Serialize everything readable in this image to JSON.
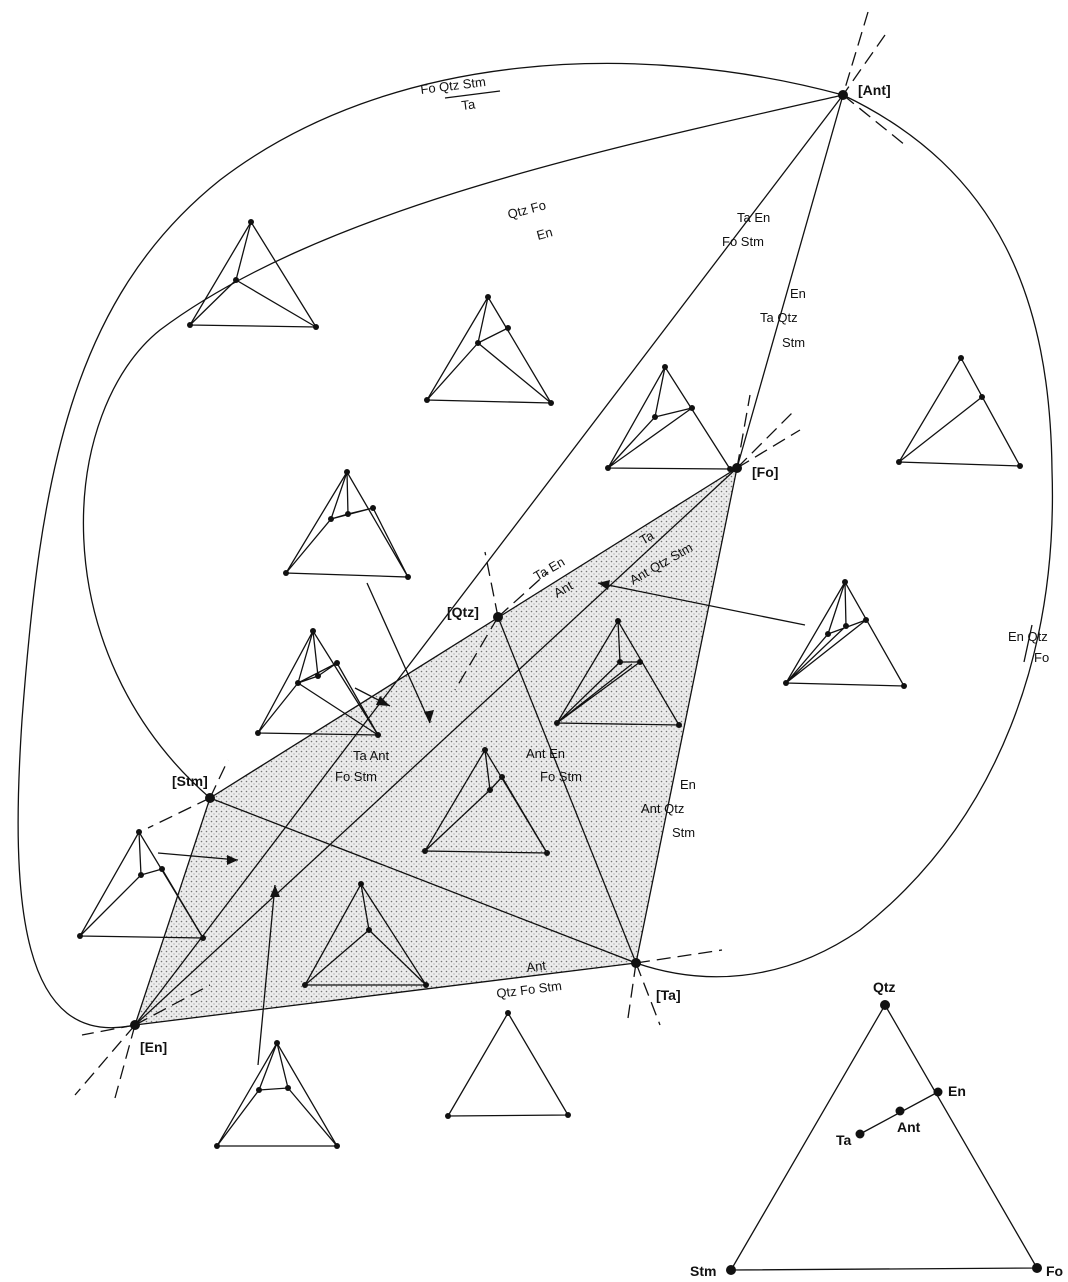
{
  "invariant_points": {
    "ant": "[Ant]",
    "fo": "[Fo]",
    "qtz": "[Qtz]",
    "stm": "[Stm]",
    "en": "[En]",
    "ta": "[Ta]"
  },
  "reactions": {
    "outer_top": {
      "top": "Fo  Qtz  Stm",
      "bottom": "Ta"
    },
    "inner_arc": {
      "top": "Qtz  Fo",
      "bottom": "En"
    },
    "ant_ta_en": {
      "top": "Ta  En",
      "bottom": "Fo  Stm"
    },
    "ant_fo": {
      "l1": "En",
      "l2": "Ta  Qtz",
      "l3": "Stm"
    },
    "right_curve": {
      "top": "En  Qtz",
      "bottom": "Fo"
    },
    "fo_qtz_ta_en": {
      "top": "Ta En",
      "bottom": "Ant"
    },
    "fo_ta_ant": {
      "l1": "Ta",
      "l2": "Ant  Qtz  Stm"
    },
    "ta_ant_fo_stm": {
      "top": "Ta  Ant",
      "bottom": "Fo  Stm"
    },
    "ant_en_fo_stm": {
      "top": "Ant  En",
      "bottom": "Fo  Stm"
    },
    "fo_ta_vertical": {
      "l1": "En",
      "l2": "Ant  Qtz",
      "l3": "Stm"
    },
    "en_ta_bottom": {
      "top": "Ant",
      "bottom": "Qtz  Fo  Stm"
    }
  },
  "composition_triangle": {
    "qtz": "Qtz",
    "en": "En",
    "ant": "Ant",
    "ta": "Ta",
    "stm": "Stm",
    "fo": "Fo"
  },
  "colors": {
    "ink": "#111111",
    "stipple": "#d9d9d9"
  }
}
